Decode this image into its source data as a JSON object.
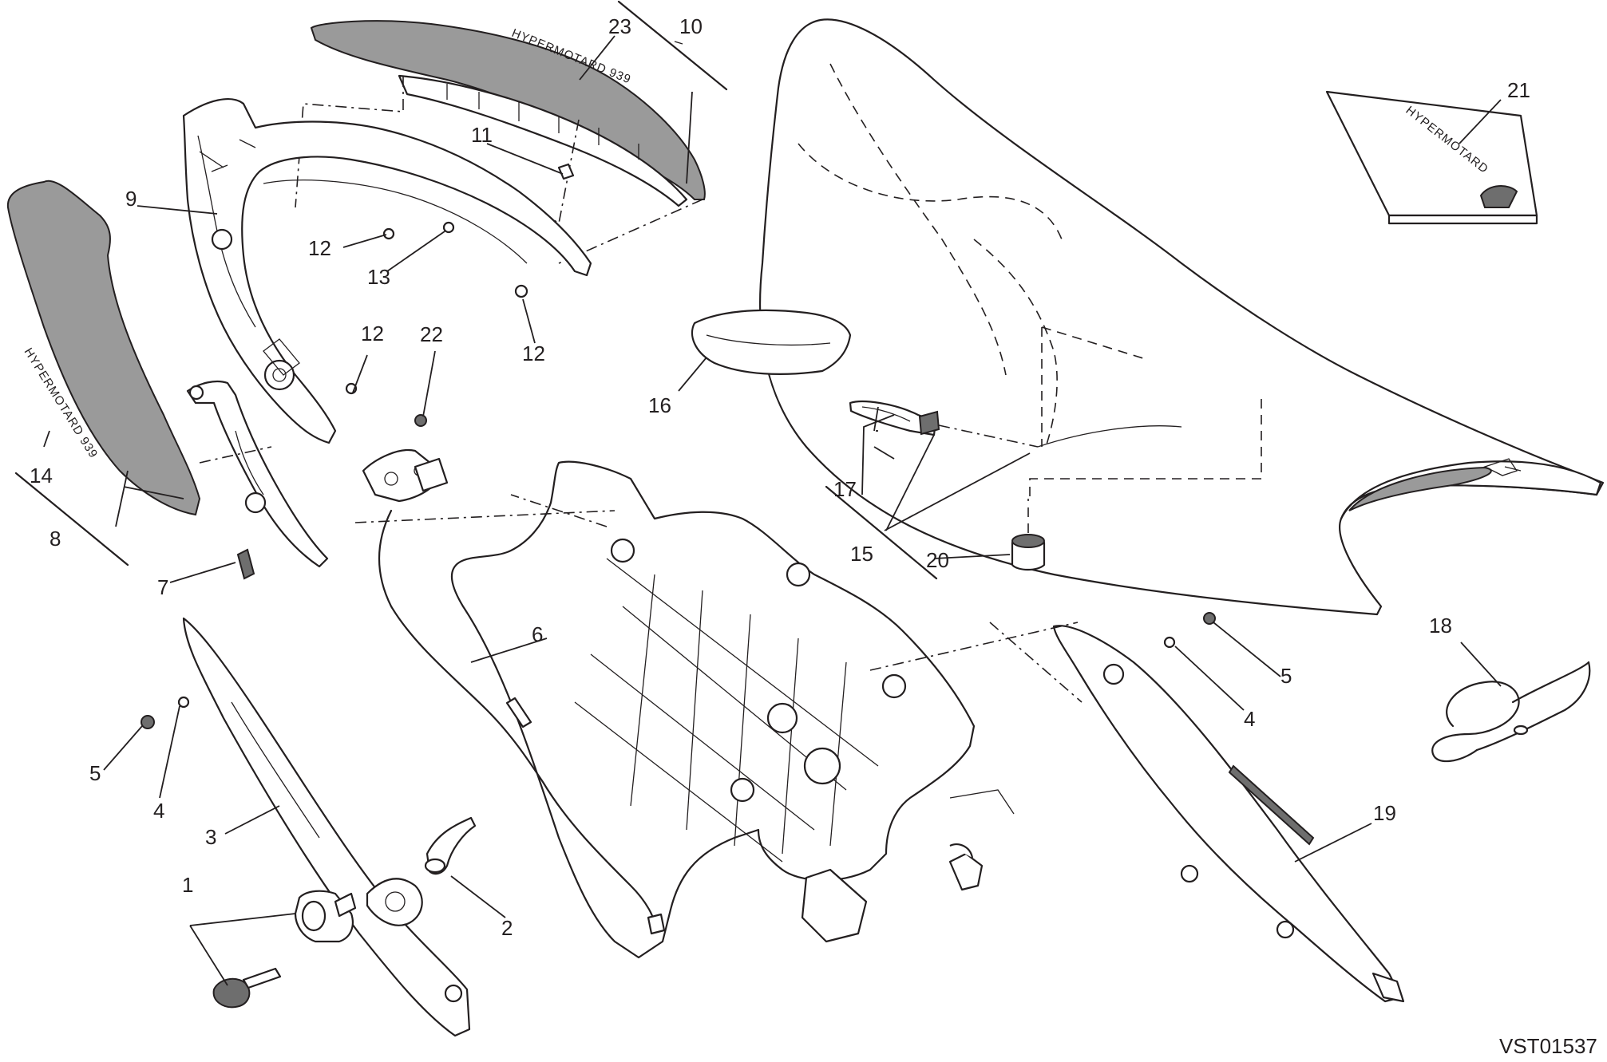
{
  "drawing_code": "VST01537",
  "callouts": [
    "1",
    "2",
    "3",
    "4",
    "5",
    "6",
    "7",
    "8",
    "9",
    "10",
    "11",
    "12",
    "13",
    "14",
    "15",
    "16",
    "17",
    "18",
    "19",
    "20",
    "21",
    "22",
    "23"
  ],
  "decal_text": {
    "tail_decal": "HYPERMOTARD 939",
    "side_decal": "HYPERMOTARD 939",
    "manual_cover": "HYPERMOTARD"
  }
}
